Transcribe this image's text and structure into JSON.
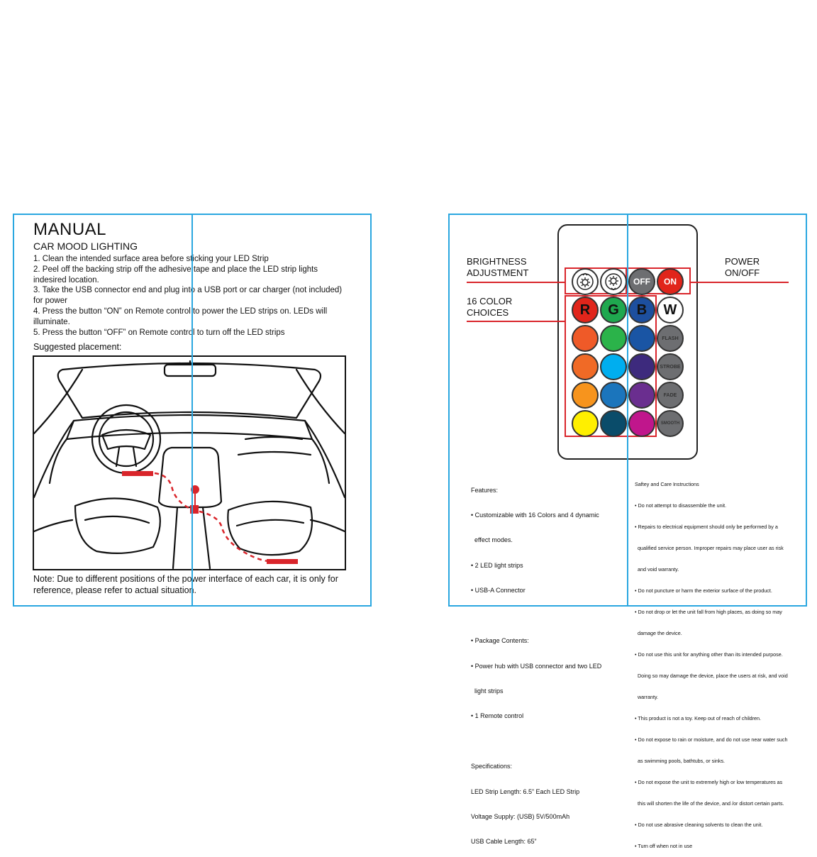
{
  "left_page": {
    "title": "MANUAL",
    "subtitle": "CAR MOOD LIGHTING",
    "steps": [
      "1. Clean the intended surface area before sticking your LED Strip",
      "2. Peel off the backing strip off the adhesive tape and place the LED strip lights",
      "indesired location.",
      "3. Take the USB connector end and plug into a USB port or car charger (not included)",
      "for power",
      "4. Press the button “ON” on Remote control to power the LED strips on. LEDs will",
      "illuminate.",
      "5. Press the button “OFF” on Remote control to turn off the LED strips"
    ],
    "placement_label": "Suggested placement:",
    "note_line1": "Note: Due to different positions of the power interface of each car, it is only for",
    "note_line2": "reference, please refer to actual situation."
  },
  "right_page": {
    "labels": {
      "brightness_1": "BRIGHTNESS",
      "brightness_2": "ADJUSTMENT",
      "power_1": "POWER",
      "power_2": "ON/OFF",
      "color_1": "16 COLOR",
      "color_2": "CHOICES"
    },
    "remote": {
      "top_row": [
        {
          "label": "",
          "icon": "brightness-up-icon",
          "color": "#ffffff"
        },
        {
          "label": "",
          "icon": "brightness-down-icon",
          "color": "#ffffff"
        },
        {
          "label": "OFF",
          "color": "#6d6e71"
        },
        {
          "label": "ON",
          "color": "#e1251b"
        }
      ],
      "rgbw_row": [
        {
          "label": "R",
          "color": "#e1251b"
        },
        {
          "label": "G",
          "color": "#1fa84f"
        },
        {
          "label": "B",
          "color": "#1d4f9e"
        },
        {
          "label": "W",
          "color": "#ffffff"
        }
      ],
      "color_rows": [
        [
          "#ef5a28",
          "#2bb34a",
          "#1a55a4"
        ],
        [
          "#f06a26",
          "#00aeef",
          "#3d2a7d"
        ],
        [
          "#f7941d",
          "#1b75bc",
          "#6a2e8f"
        ],
        [
          "#ffef00",
          "#0a4c6a",
          "#c0168c"
        ]
      ],
      "mode_buttons": [
        {
          "label": "FLASH",
          "color": "#6d6e71"
        },
        {
          "label": "STROBE",
          "color": "#6d6e71"
        },
        {
          "label": "FADE",
          "color": "#6d6e71"
        },
        {
          "label": "SMOOTH",
          "color": "#6d6e71"
        }
      ]
    },
    "features": {
      "heading": "Features:",
      "items": [
        "• Customizable with 16 Colors and 4 dynamic",
        "  effect modes.",
        "• 2 LED light strips",
        "• USB-A Connector"
      ]
    },
    "package": {
      "heading": "• Package Contents:",
      "items": [
        "• Power hub with USB connector and two LED",
        "  light strips",
        "• 1 Remote control"
      ]
    },
    "specs": {
      "heading": "Specifications:",
      "items": [
        "LED Strip Length: 6.5” Each LED Strip",
        "Voltage Supply: (USB) 5V/500mAh",
        "USB Cable Length: 65”"
      ]
    },
    "safety": {
      "heading": "Saftey and Care Instructions",
      "items": [
        "• Do not attempt to disassemble the unit.",
        "• Repairs to electrical equipment should only be performed by a",
        "  qualified service person. Improper repairs may place user as risk",
        "  and void warranty.",
        "• Do not puncture or harm the exterior surface of the product.",
        "• Do not drop or let the unit fall from high places, as doing so may",
        "  damage the device.",
        "• Do not use this unit for anything other than its intended purpose.",
        "  Doing so may damage the device, place the users at risk, and void",
        "  warranty.",
        "• This product is not a toy. Keep out of reach of children.",
        "• Do not expose to rain or moisture, and do not use near water such",
        "  as swimming pools, bathtubs, or sinks.",
        "• Do not expose the unit to extremely high or low temperatures as",
        "  this will shorten the life of the device, and /or distort certain parts.",
        "• Do not use abrasive cleaning solvents to clean the unit.",
        "• Turn off when not in use"
      ]
    }
  },
  "colors": {
    "guide_blue": "#2aa7e0",
    "accent_red": "#d9252b"
  }
}
